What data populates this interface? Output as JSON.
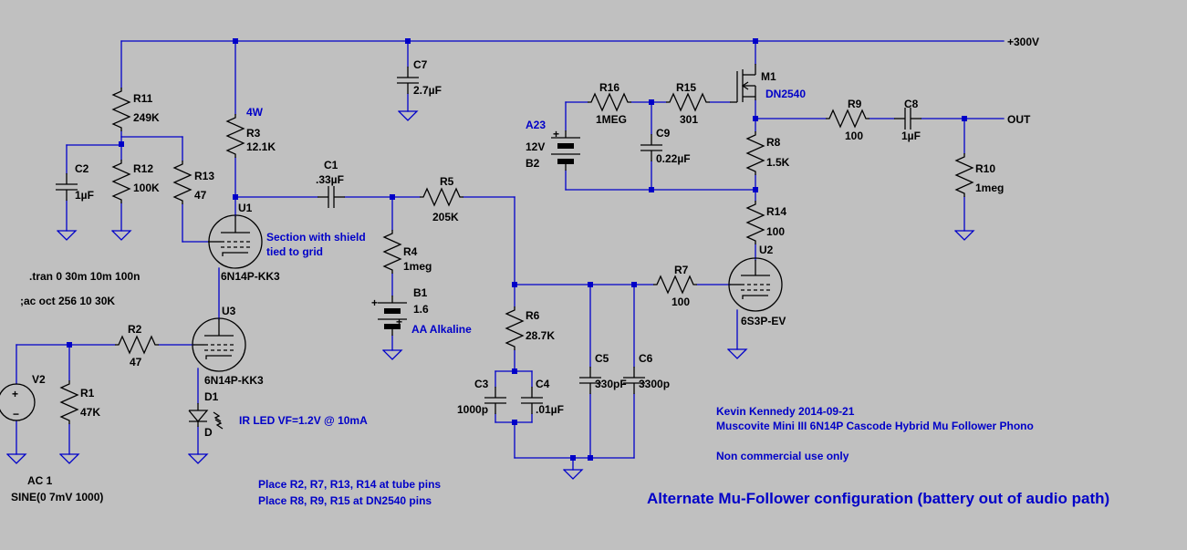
{
  "colors": {
    "background": "#c0c0c0",
    "wire": "#0000c8",
    "component": "#000000",
    "annotation": "#0000c8"
  },
  "nets": {
    "vplus": "+300V",
    "out": "OUT"
  },
  "components": {
    "R1": {
      "ref": "R1",
      "value": "47K"
    },
    "R2": {
      "ref": "R2",
      "value": "47"
    },
    "R3": {
      "ref": "R3",
      "value": "12.1K",
      "power": "4W"
    },
    "R4": {
      "ref": "R4",
      "value": "1meg"
    },
    "R5": {
      "ref": "R5",
      "value": "205K"
    },
    "R6": {
      "ref": "R6",
      "value": "28.7K"
    },
    "R7": {
      "ref": "R7",
      "value": "100"
    },
    "R8": {
      "ref": "R8",
      "value": "1.5K"
    },
    "R9": {
      "ref": "R9",
      "value": "100"
    },
    "R10": {
      "ref": "R10",
      "value": "1meg"
    },
    "R11": {
      "ref": "R11",
      "value": "249K"
    },
    "R12": {
      "ref": "R12",
      "value": "100K"
    },
    "R13": {
      "ref": "R13",
      "value": "47"
    },
    "R14": {
      "ref": "R14",
      "value": "100"
    },
    "R15": {
      "ref": "R15",
      "value": "301"
    },
    "R16": {
      "ref": "R16",
      "value": "1MEG"
    },
    "C1": {
      "ref": "C1",
      "value": ".33µF"
    },
    "C2": {
      "ref": "C2",
      "value": "1µF"
    },
    "C3": {
      "ref": "C3",
      "value": "1000p"
    },
    "C4": {
      "ref": "C4",
      "value": ".01µF"
    },
    "C5": {
      "ref": "C5",
      "value": "330pF"
    },
    "C6": {
      "ref": "C6",
      "value": "3300p"
    },
    "C7": {
      "ref": "C7",
      "value": "2.7µF"
    },
    "C8": {
      "ref": "C8",
      "value": "1µF"
    },
    "C9": {
      "ref": "C9",
      "value": "0.22µF"
    },
    "B1": {
      "ref": "B1",
      "value": "1.6",
      "note": "AA Alkaline"
    },
    "B2": {
      "ref": "B2",
      "value": "12V",
      "note": "A23"
    },
    "V2": {
      "ref": "V2",
      "line1": "AC 1",
      "line2": "SINE(0 7mV 1000)"
    },
    "D1": {
      "ref": "D1",
      "model": "D",
      "note": "IR LED VF=1.2V @ 10mA"
    },
    "M1": {
      "ref": "M1",
      "model": "DN2540"
    },
    "U1": {
      "ref": "U1",
      "model": "6N14P-KK3",
      "note1": "Section with shield",
      "note2": "tied to grid"
    },
    "U2": {
      "ref": "U2",
      "model": "6S3P-EV"
    },
    "U3": {
      "ref": "U3",
      "model": "6N14P-KK3"
    }
  },
  "directives": {
    "tran": ".tran 0 30m 10m 100n",
    "ac": ";ac oct 256 10 30K"
  },
  "notes": {
    "author": "Kevin Kennedy 2014-09-21",
    "project": "Muscovite Mini III 6N14P Cascode Hybrid Mu Follower Phono",
    "license": "Non commercial use only",
    "place1": "Place R2, R7, R13, R14 at tube pins",
    "place2": "Place R8, R9, R15 at DN2540 pins",
    "title": "Alternate Mu-Follower configuration (battery out of audio path)"
  }
}
